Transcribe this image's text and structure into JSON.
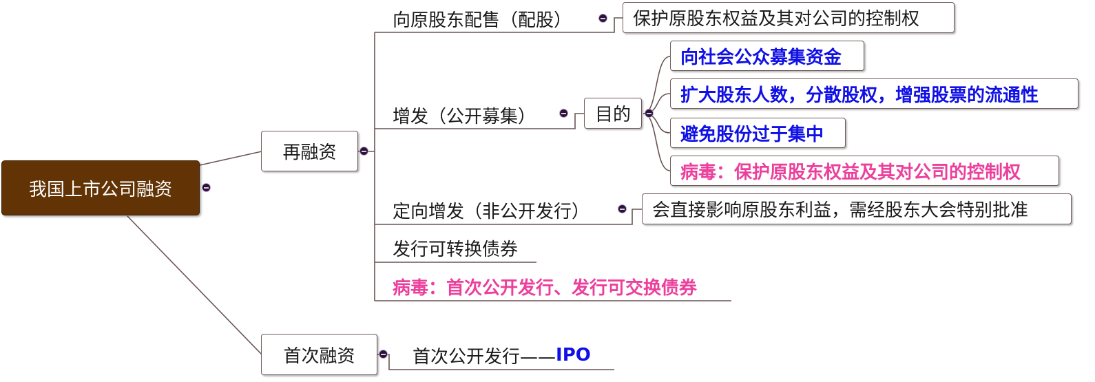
{
  "root": {
    "label": "我国上市公司融资"
  },
  "refinancing": {
    "label": "再融资",
    "rights_issue": {
      "label": "向原股东配售（配股）",
      "detail": "保护原股东权益及其对公司的控制权"
    },
    "public_offering": {
      "label": "增发（公开募集）",
      "purpose": {
        "label": "目的",
        "items": [
          "向社会公众募集资金",
          "扩大股东人数，分散股权，增强股票的流通性",
          "避免股份过于集中",
          "病毒：保护原股东权益及其对公司的控制权"
        ]
      }
    },
    "private_placement": {
      "label": "定向增发（非公开发行）",
      "detail": "会直接影响原股东利益，需经股东大会特别批准"
    },
    "convertible_bond": {
      "label": "发行可转换债券"
    },
    "trap": {
      "label": "病毒：首次公开发行、发行可交换债券"
    }
  },
  "initial_financing": {
    "label": "首次融资",
    "ipo": {
      "prefix": "首次公开发行——",
      "suffix": "IPO"
    }
  },
  "colors": {
    "root_fill": "#613305",
    "key_point": "#1010e6",
    "trap": "#ec3f9c",
    "connector": "#6a5454"
  }
}
